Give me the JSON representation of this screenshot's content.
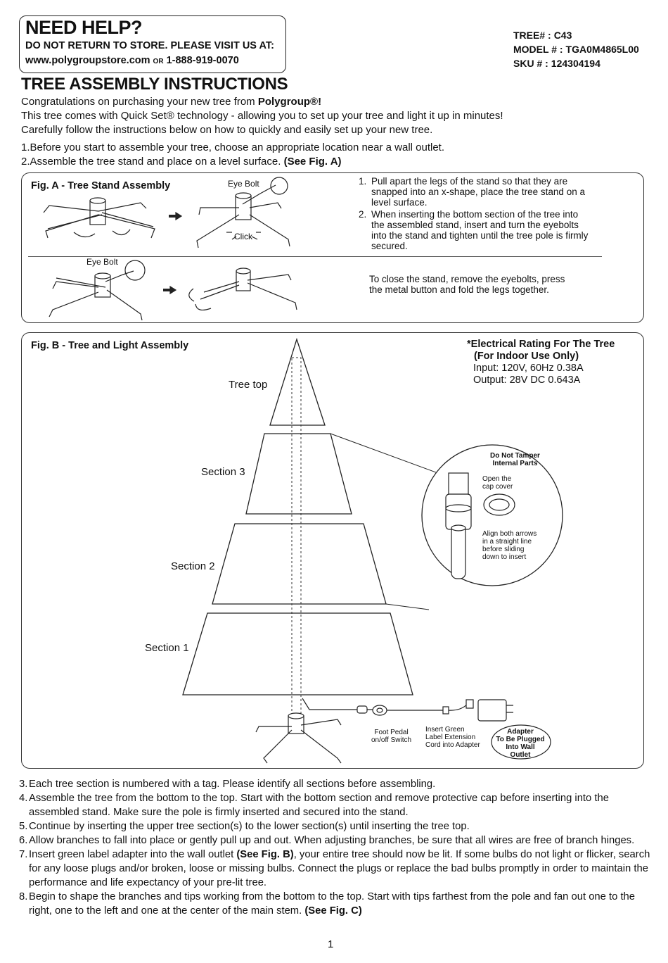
{
  "help": {
    "title": "NEED HELP?",
    "line1": "DO NOT RETURN TO STORE. PLEASE VISIT US AT:",
    "url": "www.polygroupstore.com",
    "or": "OR",
    "phone": "1-888-919-0070"
  },
  "ids": {
    "tree_label": "TREE# :",
    "tree_value": "C43",
    "model_label": "MODEL # :",
    "model_value": "TGA0M4865L00",
    "sku_label": "SKU # :",
    "sku_value": "124304194"
  },
  "title": "TREE ASSEMBLY INSTRUCTIONS",
  "intro": {
    "line1_pre": "Congratulations on purchasing your new tree from ",
    "line1_brand": "Polygroup®!",
    "line2": "This tree comes with Quick Set® technology - allowing you to set up your tree and light it up in minutes!",
    "line3": "Carefully follow the instructions below on how to quickly and easily set up your new tree."
  },
  "steps_top": [
    {
      "num": "1.",
      "text": "Before you start to assemble your tree, choose an appropriate location near a wall outlet.",
      "bold": ""
    },
    {
      "num": "2.",
      "text": "Assemble the tree stand and place on a level surface. ",
      "bold": "(See Fig. A)"
    }
  ],
  "fig_a": {
    "title": "Fig. A - Tree Stand Assembly",
    "eye_bolt_1": "Eye Bolt",
    "eye_bolt_2": "Eye Bolt",
    "click": "Click",
    "instructions": [
      {
        "num": "1.",
        "text": "Pull apart the legs of the stand so that they are snapped into an x-shape, place the tree stand on a level surface."
      },
      {
        "num": "2.",
        "text": "When inserting the bottom section of the tree into the assembled stand, insert and turn the eyebolts into the stand and tighten until the tree pole is firmly secured."
      }
    ],
    "close_line1": "To close the stand, remove the eyebolts, press",
    "close_line2": "the metal button and fold the legs together."
  },
  "fig_b": {
    "title": "Fig. B - Tree and Light Assembly",
    "electrical": {
      "heading": "*Electrical Rating For The Tree",
      "sub": "(For Indoor Use Only)",
      "input": "Input: 120V, 60Hz 0.38A",
      "output": "Output: 28V DC 0.643A"
    },
    "sections": {
      "top": "Tree top",
      "s3": "Section 3",
      "s2": "Section 2",
      "s1": "Section 1"
    },
    "detail": {
      "warning_1": "Do Not Tamper",
      "warning_2": "Internal Parts",
      "open_1": "Open the",
      "open_2": "cap cover",
      "align_1": "Align both arrows",
      "align_2": "in a straight line",
      "align_3": "before sliding",
      "align_4": "down to insert"
    },
    "foot_pedal_1": "Foot Pedal",
    "foot_pedal_2": "on/off Switch",
    "insert_1": "Insert Green",
    "insert_2": "Label Extension",
    "insert_3": "Cord into Adapter",
    "adapter_1": "Adapter",
    "adapter_2": "To Be Plugged",
    "adapter_3": "Into Wall",
    "adapter_4": "Outlet"
  },
  "steps_bottom": [
    {
      "num": "3.",
      "pre": "Each tree section is numbered with a tag. Please identify all sections before assembling.",
      "bold": "",
      "post": ""
    },
    {
      "num": "4.",
      "pre": "Assemble the tree from the bottom to the top. Start with the bottom section and remove protective cap before inserting into the assembled stand. Make sure the pole is firmly inserted and secured into the stand.",
      "bold": "",
      "post": ""
    },
    {
      "num": "5.",
      "pre": "Continue by inserting the upper tree section(s) to the lower section(s) until inserting the tree top.",
      "bold": "",
      "post": ""
    },
    {
      "num": "6.",
      "pre": "Allow branches to fall into place or gently pull up and out. When adjusting branches, be sure that all wires are free of branch hinges.",
      "bold": "",
      "post": ""
    },
    {
      "num": "7.",
      "pre": "Insert green label adapter into the wall outlet ",
      "bold": "(See Fig. B)",
      "post": ", your entire tree should now be lit. If some bulbs do not light or flicker, search for any loose plugs and/or broken, loose or missing bulbs. Connect the plugs or replace the bad bulbs promptly in order to maintain the performance and life expectancy of your pre-lit tree."
    },
    {
      "num": "8.",
      "pre": "Begin to shape the branches and tips working from the bottom to the top. Start with tips farthest from the pole and fan out one to the right, one to the left and one at the center of the main stem. ",
      "bold": "(See Fig. C)",
      "post": ""
    }
  ],
  "page_number": "1"
}
